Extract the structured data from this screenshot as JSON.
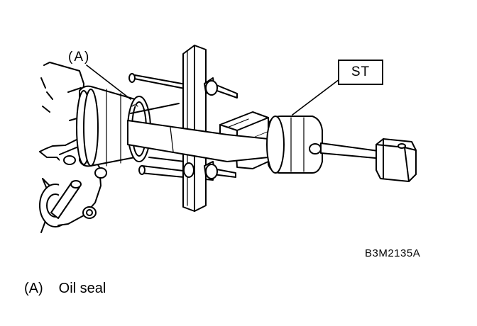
{
  "callouts": {
    "part_a": "(A)",
    "special_tool": "ST"
  },
  "figure_code": "B3M2135A",
  "legend": {
    "key": "(A)",
    "description": "Oil seal"
  }
}
